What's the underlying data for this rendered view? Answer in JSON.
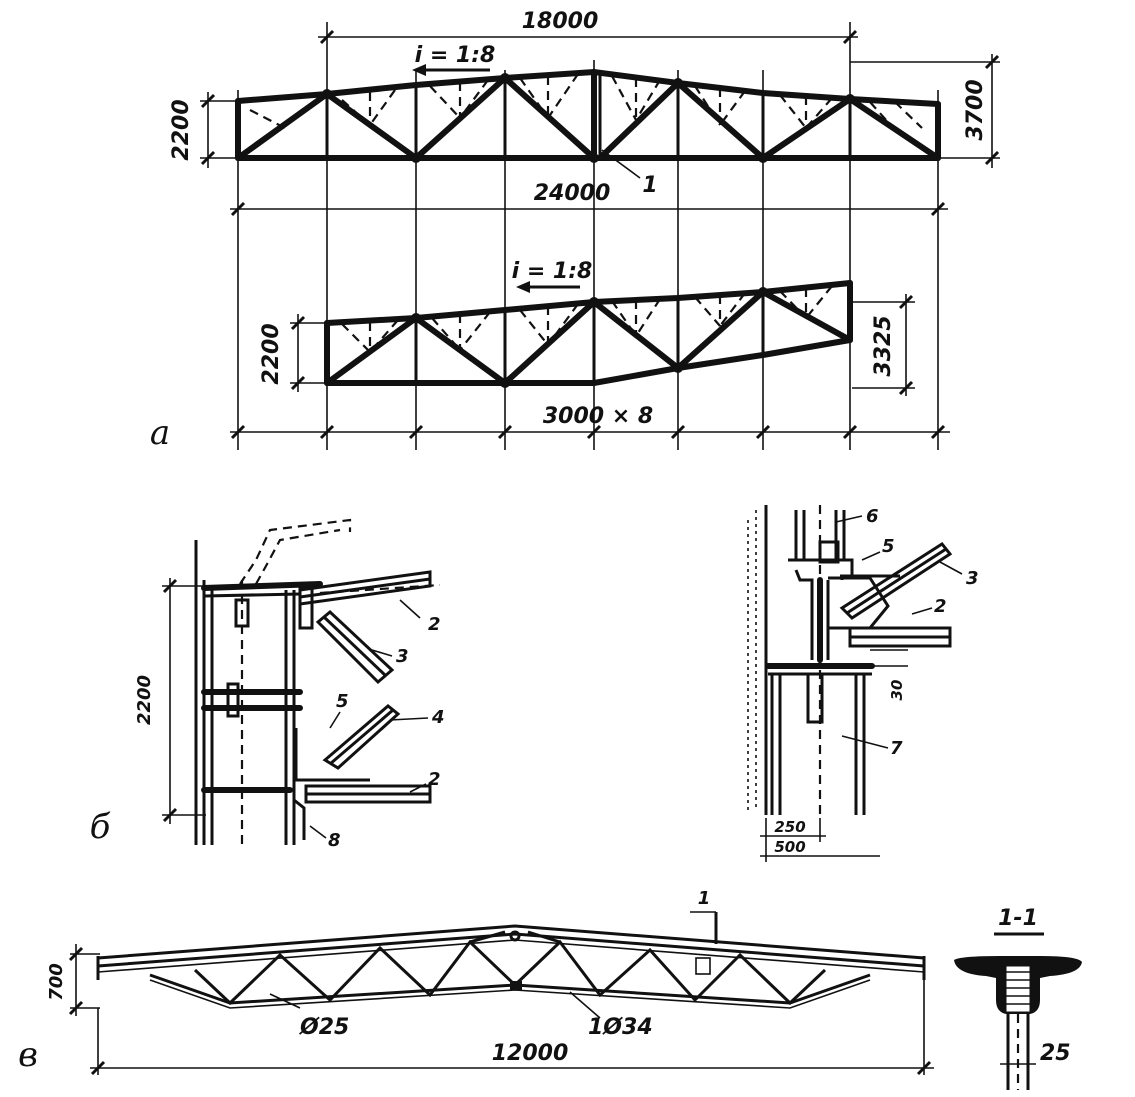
{
  "diagram": {
    "panels": {
      "a": "а",
      "b": "б",
      "v": "в"
    },
    "truss_a_top": {
      "span_total": "24000",
      "span_mid": "18000",
      "slope": "i = 1:8",
      "height_left": "2200",
      "height_right": "3700",
      "node_label": "1"
    },
    "truss_a_bottom": {
      "slope": "i = 1:8",
      "height_left": "2200",
      "height_right": "3325",
      "panel_spacing": "3000 × 8"
    },
    "detail_b_left": {
      "height": "2200",
      "labels": [
        "2",
        "3",
        "5",
        "4",
        "2",
        "8"
      ]
    },
    "detail_b_right": {
      "labels": [
        "6",
        "5",
        "3",
        "2",
        "7"
      ],
      "gap": "30",
      "dim_small": "250",
      "dim_large": "500"
    },
    "truss_v": {
      "span": "12000",
      "height": "700",
      "rod_small": "Ø25",
      "rod_large": "1Ø34",
      "section_mark": "1"
    },
    "section_1_1": {
      "title": "1-1",
      "rod": "25"
    }
  }
}
